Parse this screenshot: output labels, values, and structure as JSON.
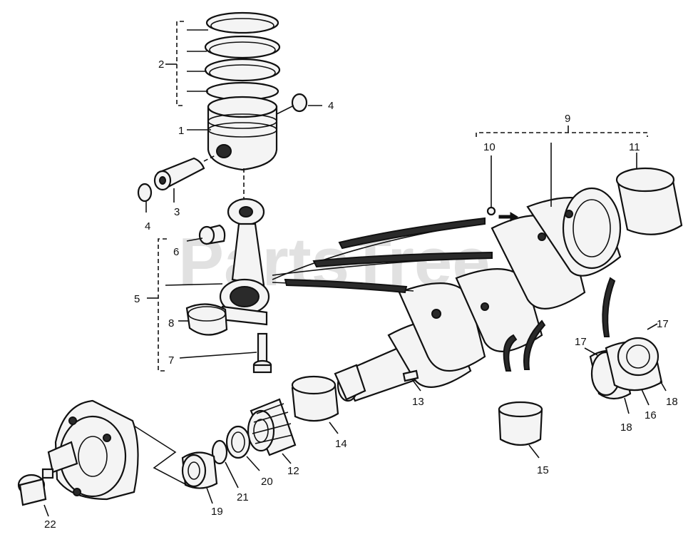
{
  "watermark": "PartsTree",
  "callouts": {
    "c1": "1",
    "c2": "2",
    "c3": "3",
    "c4a": "4",
    "c4b": "4",
    "c5": "5",
    "c6": "6",
    "c7": "7",
    "c8": "8",
    "c9": "9",
    "c10": "10",
    "c11": "11",
    "c12": "12",
    "c13": "13",
    "c14": "14",
    "c15": "15",
    "c16": "16",
    "c17a": "17",
    "c17b": "17",
    "c18a": "18",
    "c18b": "18",
    "c19": "19",
    "c20": "20",
    "c21": "21",
    "c22": "22"
  },
  "colors": {
    "ink": "#111111",
    "paper": "#ffffff",
    "watermark": "#c9c9c9"
  }
}
